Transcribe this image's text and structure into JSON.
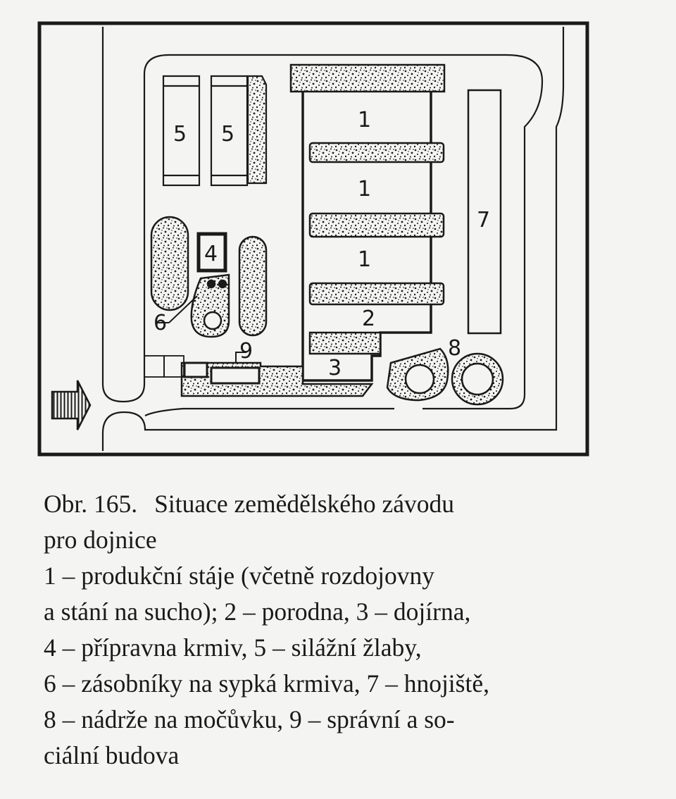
{
  "diagram": {
    "labels": {
      "production_stable": "1",
      "maternity": "2",
      "milking_parlor": "3",
      "feed_prep": "4",
      "silage_trench": "5",
      "feed_bins": "6",
      "manure_yard": "7",
      "slurry_tanks": "8",
      "admin_building": "9"
    },
    "colors": {
      "ink": "#1a1a1a",
      "paper": "#f4f4f2"
    }
  },
  "caption": {
    "figure": "Obr. 165.",
    "title_line1": "Situace zemědělského závodu",
    "title_line2": "pro dojnice",
    "lines": [
      "1 – produkční stáje (včetně rozdojovny",
      "a stání na sucho); 2 – porodna, 3 – dojírna,",
      "4 – přípravna krmiv, 5 – silážní žlaby,",
      "6 – zásobníky na sypká krmiva, 7 – hnojiště,",
      "8 – nádrže na močůvku, 9 – správní a so-",
      "ciální budova"
    ]
  }
}
